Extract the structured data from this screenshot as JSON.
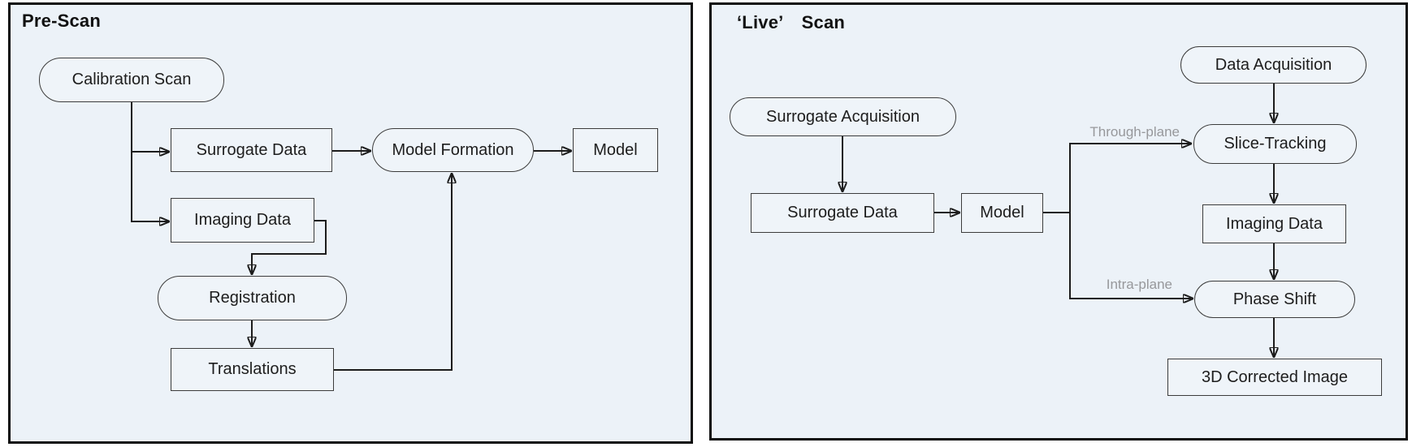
{
  "prescan": {
    "title": "Pre-Scan",
    "nodes": {
      "calibration_scan": "Calibration Scan",
      "surrogate_data": "Surrogate Data",
      "imaging_data": "Imaging Data",
      "model_formation": "Model Formation",
      "model": "Model",
      "registration": "Registration",
      "translations": "Translations"
    }
  },
  "livescan": {
    "title": "‘Live’ Scan",
    "nodes": {
      "surrogate_acquisition": "Surrogate Acquisition",
      "data_acquisition": "Data Acquisition",
      "surrogate_data": "Surrogate Data",
      "model": "Model",
      "slice_tracking": "Slice-Tracking",
      "imaging_data": "Imaging Data",
      "phase_shift": "Phase Shift",
      "corrected_image_3d": "3D Corrected Image"
    },
    "edge_labels": {
      "through_plane": "Through-plane",
      "intra_plane": "Intra-plane"
    }
  },
  "colors": {
    "panel_background": "#ecf2f8",
    "node_background": "#eff4f9",
    "panel_border": "#0e0e0e",
    "node_border": "#3c3c3c",
    "connector": "#1c1c1c",
    "text": "#1d1d1d",
    "edge_label_text": "#97989b"
  }
}
